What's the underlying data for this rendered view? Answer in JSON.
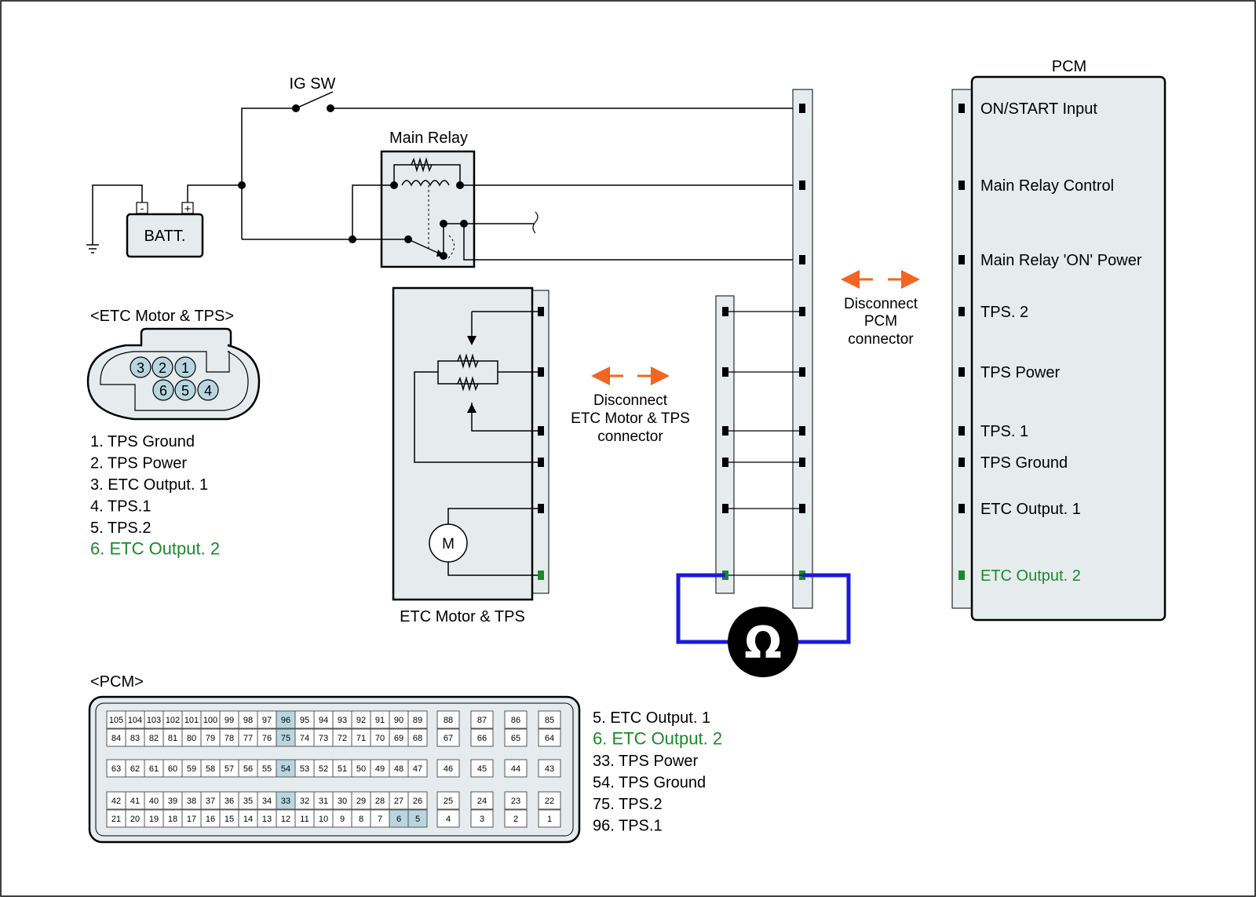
{
  "colors": {
    "highlight_green": "#1a8a2a",
    "arrow_orange": "#f26522",
    "meter_blue": "#1a1adb",
    "pin_highlight": "#b8d6e0",
    "component_fill": "#e6ecee"
  },
  "labels": {
    "ig_sw": "IG SW",
    "main_relay": "Main Relay",
    "batt": "BATT.",
    "batt_minus": "-",
    "batt_plus": "+",
    "pcm_title": "PCM",
    "etc_motor_tps": "ETC Motor & TPS",
    "motor_symbol": "M",
    "ohm_symbol": "Ω",
    "disconnect_etc": [
      "Disconnect",
      "ETC Motor & TPS",
      "connector"
    ],
    "disconnect_pcm": [
      "Disconnect",
      "PCM",
      "connector"
    ]
  },
  "pcm_pins": [
    "ON/START Input",
    "Main Relay Control",
    "Main Relay 'ON' Power",
    "TPS. 2",
    "TPS Power",
    "TPS. 1",
    "TPS Ground",
    "ETC Output. 1",
    "ETC Output. 2"
  ],
  "etc_connector": {
    "title": "<ETC Motor & TPS>",
    "top_row": [
      "3",
      "2",
      "1"
    ],
    "bottom_row": [
      "6",
      "5",
      "4"
    ],
    "pins": [
      "1. TPS Ground",
      "2. TPS Power",
      "3. ETC Output. 1",
      "4. TPS.1",
      "5. TPS.2",
      "6. ETC Output. 2"
    ],
    "highlighted_index": 5
  },
  "pcm_connector": {
    "title": "<PCM>",
    "row1": [
      "105",
      "104",
      "103",
      "102",
      "101",
      "100",
      "99",
      "98",
      "97",
      "96",
      "95",
      "94",
      "93",
      "92",
      "91",
      "90",
      "89"
    ],
    "row2": [
      "84",
      "83",
      "82",
      "81",
      "80",
      "79",
      "78",
      "77",
      "76",
      "75",
      "74",
      "73",
      "72",
      "71",
      "70",
      "69",
      "68"
    ],
    "row3": [
      "63",
      "62",
      "61",
      "60",
      "59",
      "58",
      "57",
      "56",
      "55",
      "54",
      "53",
      "52",
      "51",
      "50",
      "49",
      "48",
      "47"
    ],
    "row4": [
      "42",
      "41",
      "40",
      "39",
      "38",
      "37",
      "36",
      "35",
      "34",
      "33",
      "32",
      "31",
      "30",
      "29",
      "28",
      "27",
      "26"
    ],
    "row5": [
      "21",
      "20",
      "19",
      "18",
      "17",
      "16",
      "15",
      "14",
      "13",
      "12",
      "11",
      "10",
      "9",
      "8",
      "7",
      "6",
      "5"
    ],
    "right_row1": [
      "88",
      "87",
      "86",
      "85"
    ],
    "right_row2": [
      "67",
      "66",
      "65",
      "64"
    ],
    "right_row3": [
      "46",
      "45",
      "44",
      "43"
    ],
    "right_row4": [
      "25",
      "24",
      "23",
      "22"
    ],
    "right_row5": [
      "4",
      "3",
      "2",
      "1"
    ],
    "highlighted": [
      "96",
      "75",
      "54",
      "33",
      "6",
      "5"
    ],
    "pins": [
      "5. ETC Output. 1",
      "6. ETC Output. 2",
      "33. TPS Power",
      "54. TPS Ground",
      "75. TPS.2",
      "96. TPS.1"
    ],
    "highlighted_index": 1
  }
}
